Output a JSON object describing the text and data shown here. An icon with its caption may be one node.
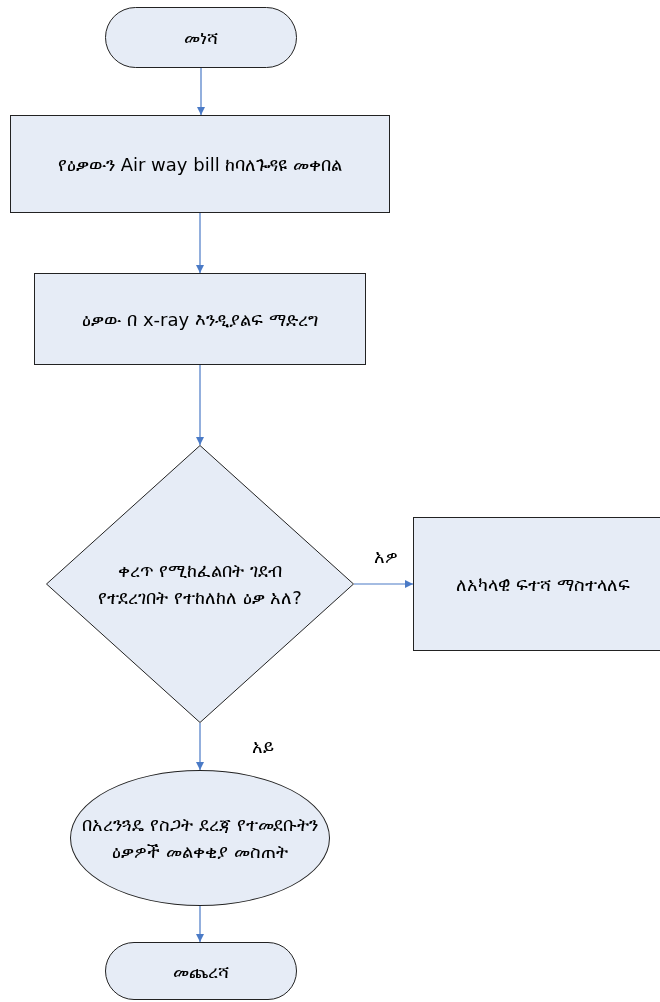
{
  "diagram": {
    "nodes": [
      {
        "text": [
          "መነሻ"
        ]
      },
      {
        "text": [
          "የዕቃውን Air way bill ከባለጉዳዩ መቀበል"
        ]
      },
      {
        "text": [
          "ዕቃው በ x-ray እንዲያልፍ ማድረግ"
        ]
      },
      {
        "text": [
          "ቀረጥ የሚከፈልበት ገደብ የተደረገበት የተከለከለ ዕቃ አለ?"
        ]
      },
      {
        "text": [
          "ለአካላዊ ፍተሻ ማስተላለፍ"
        ]
      },
      {
        "text": [
          "በአረንጓዴ የስጋት ደረጃ የተመደቡትን ዕቃዎች መልቀቂያ መስጠት"
        ]
      },
      {
        "text": [
          "መጨረሻ"
        ]
      }
    ],
    "edges": [
      {
        "from": 0,
        "to": 1,
        "arrow": "to"
      },
      {
        "from": 1,
        "to": 2,
        "arrow": "to"
      },
      {
        "from": 2,
        "to": 3,
        "arrow": "to"
      },
      {
        "from": 3,
        "to": 4,
        "arrow": "to",
        "label": "አዎ"
      },
      {
        "from": 3,
        "to": 5,
        "arrow": "to",
        "label": "አይ"
      },
      {
        "from": 5,
        "to": 6,
        "arrow": "to"
      }
    ]
  }
}
